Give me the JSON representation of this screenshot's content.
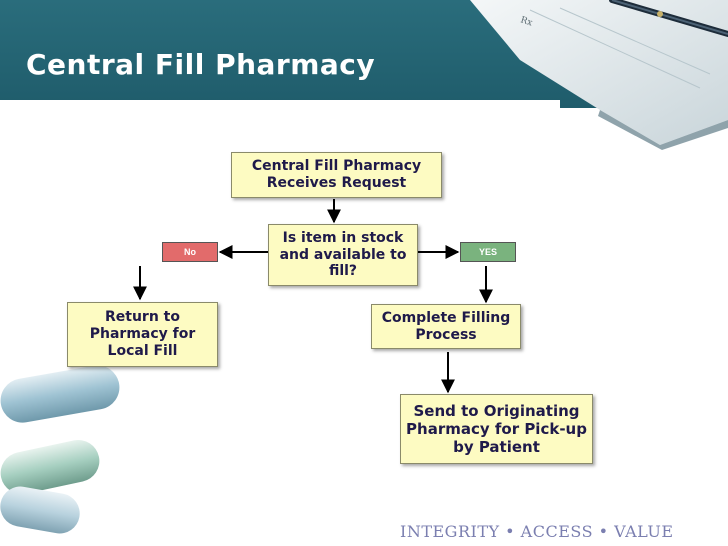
{
  "slide": {
    "title": "Central Fill Pharmacy",
    "tagline": "INTEGRITY • ACCESS • VALUE"
  },
  "flowchart": {
    "receives": "Central Fill Pharmacy Receives Request",
    "decision": "Is item in stock and available to fill?",
    "no_label": "No",
    "yes_label": "YES",
    "return_local": "Return to Pharmacy for Local Fill",
    "complete_filling": "Complete Filling Process",
    "send_originating": "Send to Originating Pharmacy for Pick-up by Patient"
  },
  "colors": {
    "banner": "#2a6d7c",
    "box_fill": "#fdfbc2",
    "box_text": "#1f1a4a",
    "no_tag": "#e26b6b",
    "yes_tag": "#7ab37e",
    "tagline": "#7b7fb0"
  }
}
